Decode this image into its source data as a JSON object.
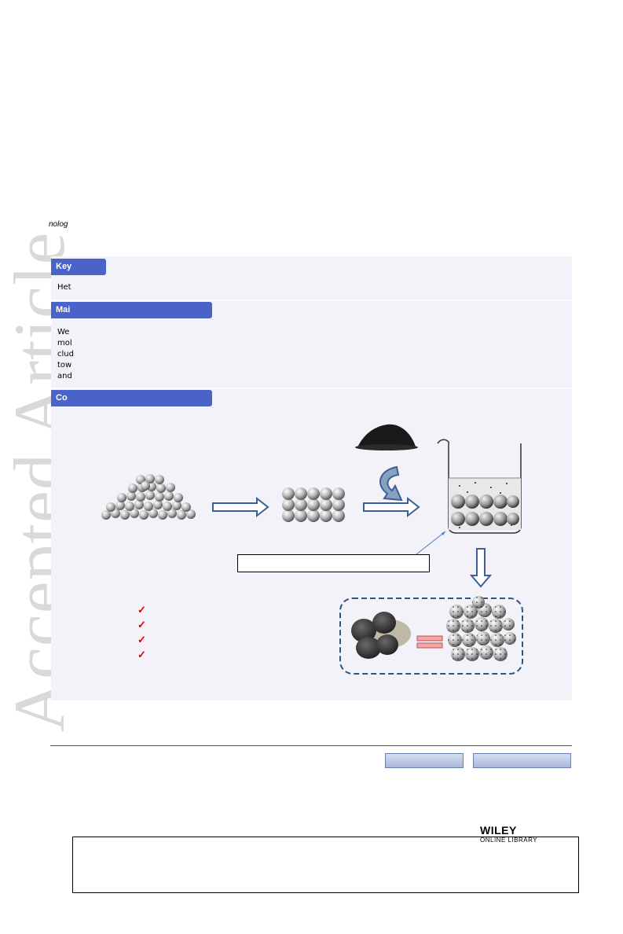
{
  "watermark": "Accepted Article",
  "pretext": "nolog",
  "sections": {
    "key": {
      "label": "Key",
      "text": "Het"
    },
    "main": {
      "label": "Mai",
      "lines": [
        "We",
        "mol",
        "clud",
        "tow",
        "and"
      ]
    },
    "conclusion": {
      "label": "Co"
    }
  },
  "graphic": {
    "checkmarks": [
      "✓",
      "✓",
      "✓",
      "✓"
    ],
    "caption": "",
    "colors": {
      "arrow": "#3d5f95",
      "dashed_border": "#2f5680",
      "check": "#e00000",
      "equals": "#f4a6a6"
    }
  },
  "footer": {
    "button1": "",
    "button2": "",
    "wiley_brand": "WILEY",
    "wiley_sub": "ONLINE LIBRARY"
  }
}
